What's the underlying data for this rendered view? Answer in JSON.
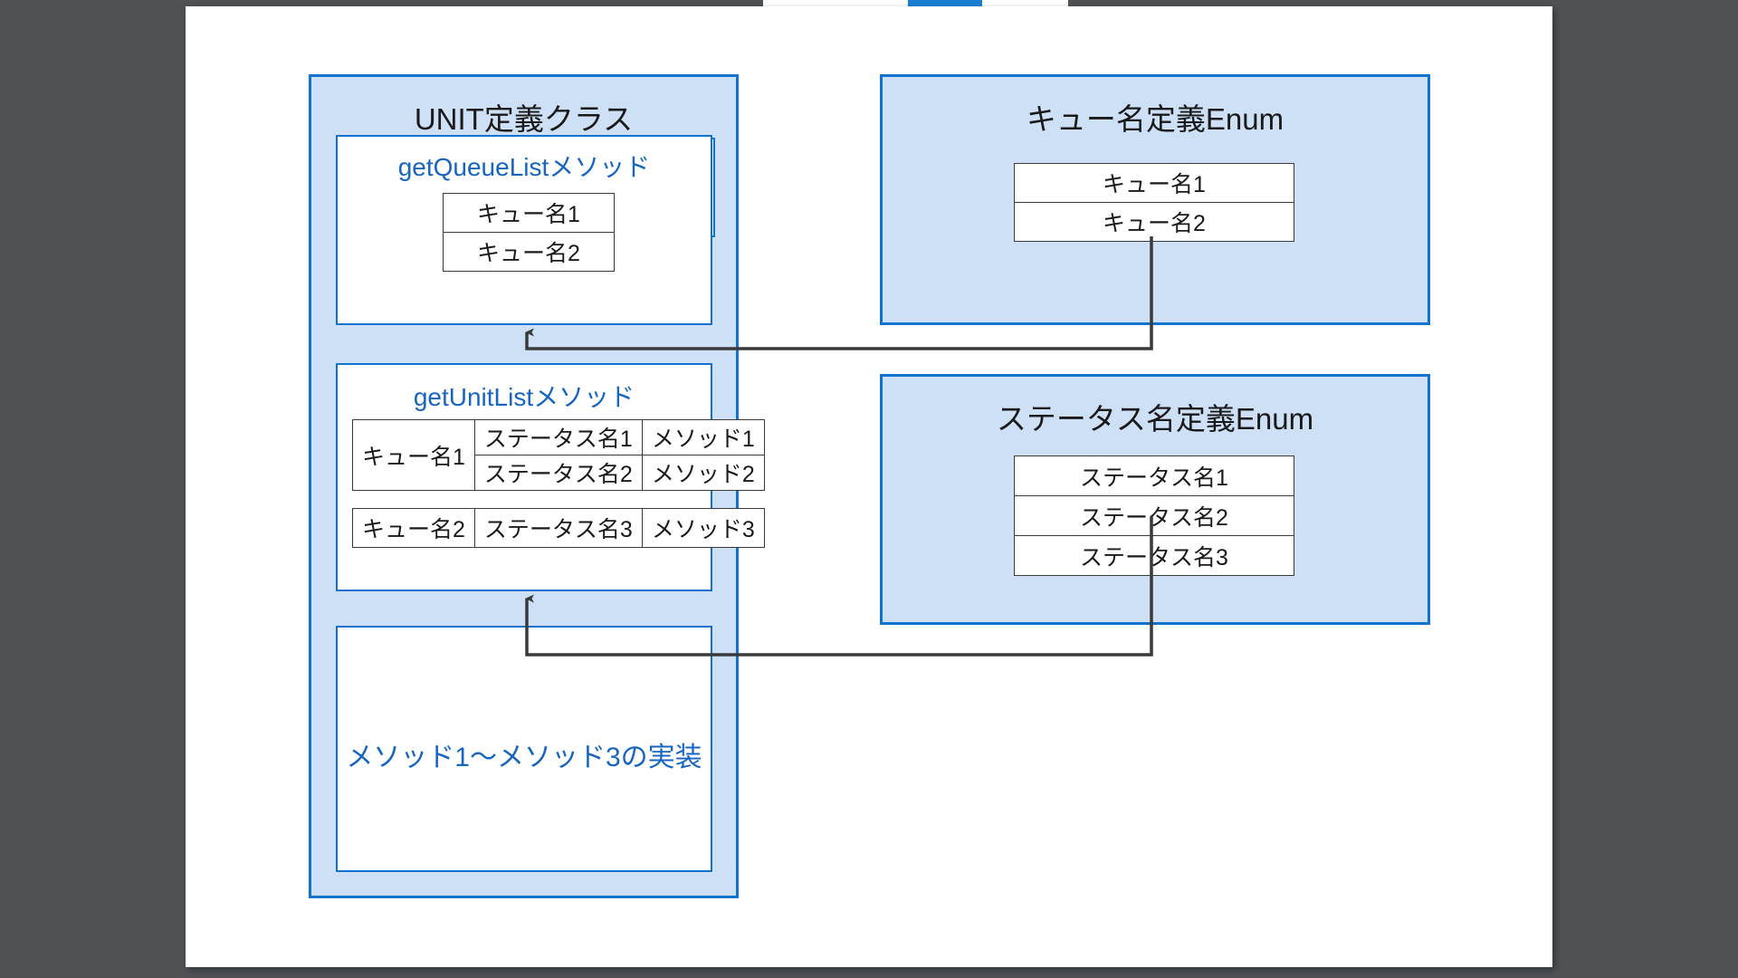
{
  "toolbar": {
    "strip_label": "",
    "active_tab_label": ""
  },
  "diagram": {
    "unit_class_panel": {
      "title": "UNIT定義クラス",
      "get_queue_list": {
        "title": "getQueueListメソッド",
        "rows": [
          "キュー名1",
          "キュー名2"
        ]
      },
      "get_unit_list": {
        "title": "getUnitListメソッド",
        "group1": {
          "queue": "キュー名1",
          "rows": [
            {
              "status": "ステータス名1",
              "method": "メソッド1"
            },
            {
              "status": "ステータス名2",
              "method": "メソッド2"
            }
          ]
        },
        "group2": {
          "queue": "キュー名2",
          "rows": [
            {
              "status": "ステータス名3",
              "method": "メソッド3"
            }
          ]
        }
      },
      "implementation": {
        "text": "メソッド1〜メソッド3の実装"
      }
    },
    "queue_enum_panel": {
      "title": "キュー名定義Enum",
      "rows": [
        "キュー名1",
        "キュー名2"
      ]
    },
    "status_enum_panel": {
      "title": "ステータス名定義Enum",
      "rows": [
        "ステータス名1",
        "ステータス名2",
        "ステータス名3"
      ]
    }
  },
  "colors": {
    "panel_fill": "#cde0f6",
    "panel_border": "#1273cf",
    "method_title": "#1765c1",
    "connector": "#3a3a3a",
    "page_background": "#ffffff",
    "desktop_background": "#4e5255",
    "toolbar_active": "#1a7fd4"
  }
}
